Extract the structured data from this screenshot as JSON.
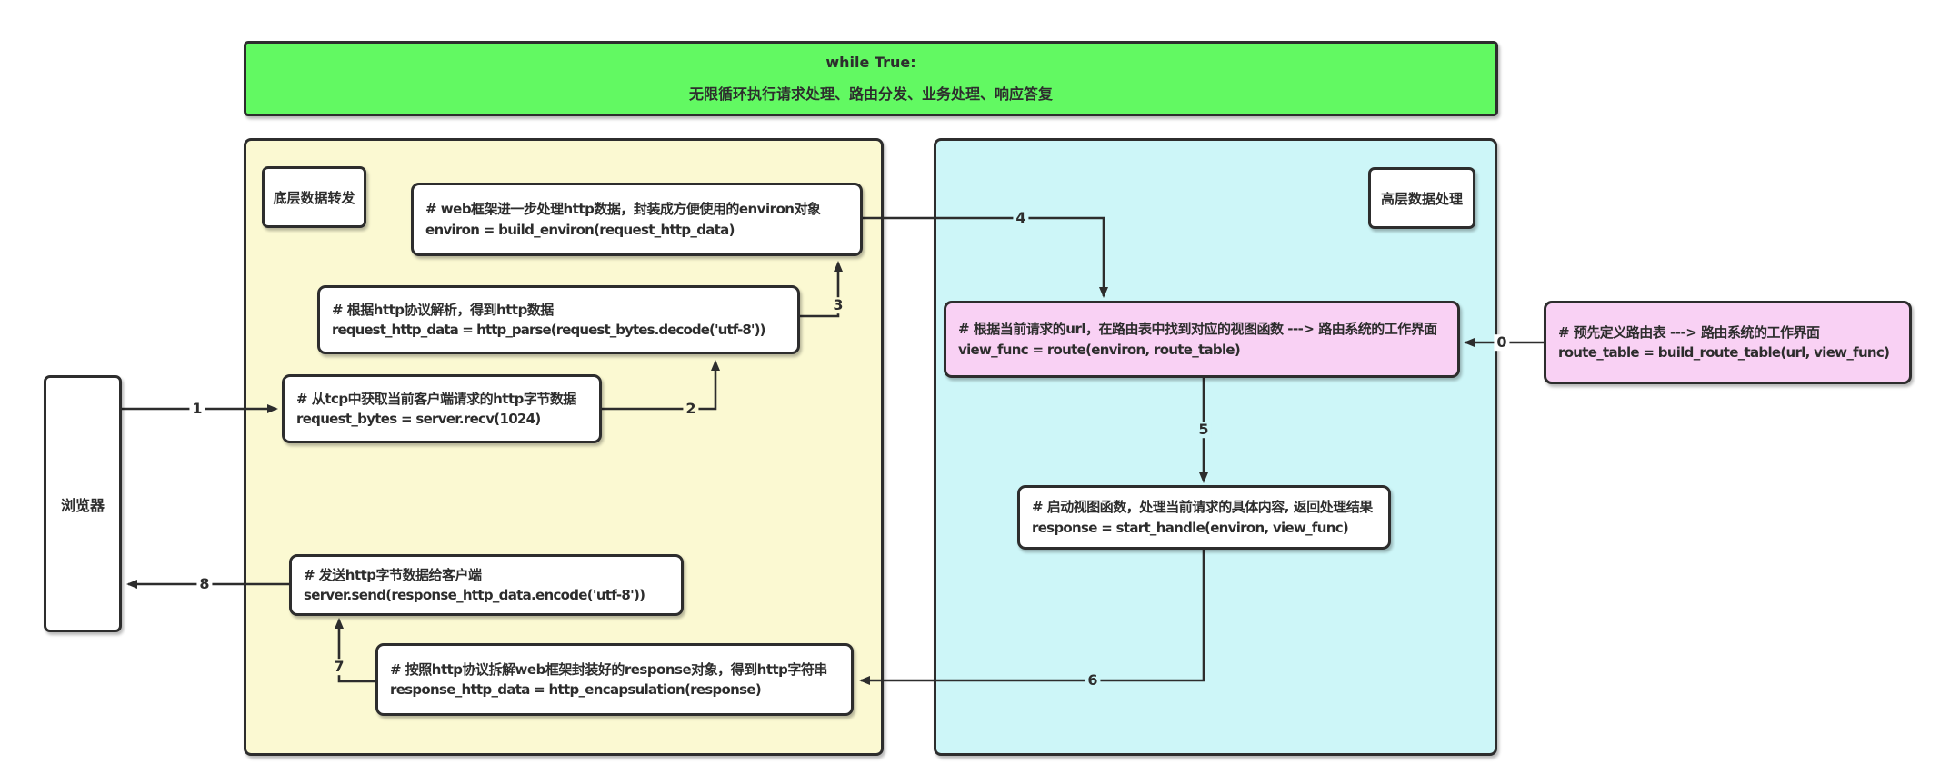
{
  "banner": {
    "title": "while True:",
    "subtitle": "无限循环执行请求处理、路由分发、业务处理、响应答复"
  },
  "browser": {
    "label": "浏览器"
  },
  "panels": {
    "low": {
      "label": "底层数据转发"
    },
    "high": {
      "label": "高层数据处理"
    }
  },
  "boxes": {
    "recv": {
      "comment": "# 从tcp中获取当前客户端请求的http字节数据",
      "code": "request_bytes = server.recv(1024)"
    },
    "parse": {
      "comment": "# 根据http协议解析，得到http数据",
      "code": "request_http_data = http_parse(request_bytes.decode('utf-8'))"
    },
    "environ": {
      "comment": "# web框架进一步处理http数据，封装成方便使用的environ对象",
      "code": "environ = build_environ(request_http_data)"
    },
    "route": {
      "comment": "# 根据当前请求的url，在路由表中找到对应的视图函数 ---> 路由系统的工作界面",
      "code": "view_func = route(environ, route_table)"
    },
    "route_table": {
      "comment": "# 预先定义路由表 ---> 路由系统的工作界面",
      "code": "route_table = build_route_table(url, view_func)"
    },
    "start_handle": {
      "comment": "# 启动视图函数，处理当前请求的具体内容, 返回处理结果",
      "code": "response = start_handle(environ, view_func)"
    },
    "encapsulation": {
      "comment": "# 按照http协议拆解web框架封装好的response对象，得到http字符串",
      "code": "response_http_data = http_encapsulation(response)"
    },
    "send": {
      "comment": "# 发送http字节数据给客户端",
      "code": "server.send(response_http_data.encode('utf-8'))"
    }
  },
  "arrow_labels": {
    "a0": "0",
    "a1": "1",
    "a2": "2",
    "a3": "3",
    "a4": "4",
    "a5": "5",
    "a6": "6",
    "a7": "7",
    "a8": "8"
  },
  "colors": {
    "banner_green": "#62f962",
    "panel_yellow": "#fbf9d2",
    "panel_cyan": "#cdf6f8",
    "box_pink": "#f9d1f4",
    "line_dark": "#2d2d2d",
    "box_white": "#ffffff"
  }
}
